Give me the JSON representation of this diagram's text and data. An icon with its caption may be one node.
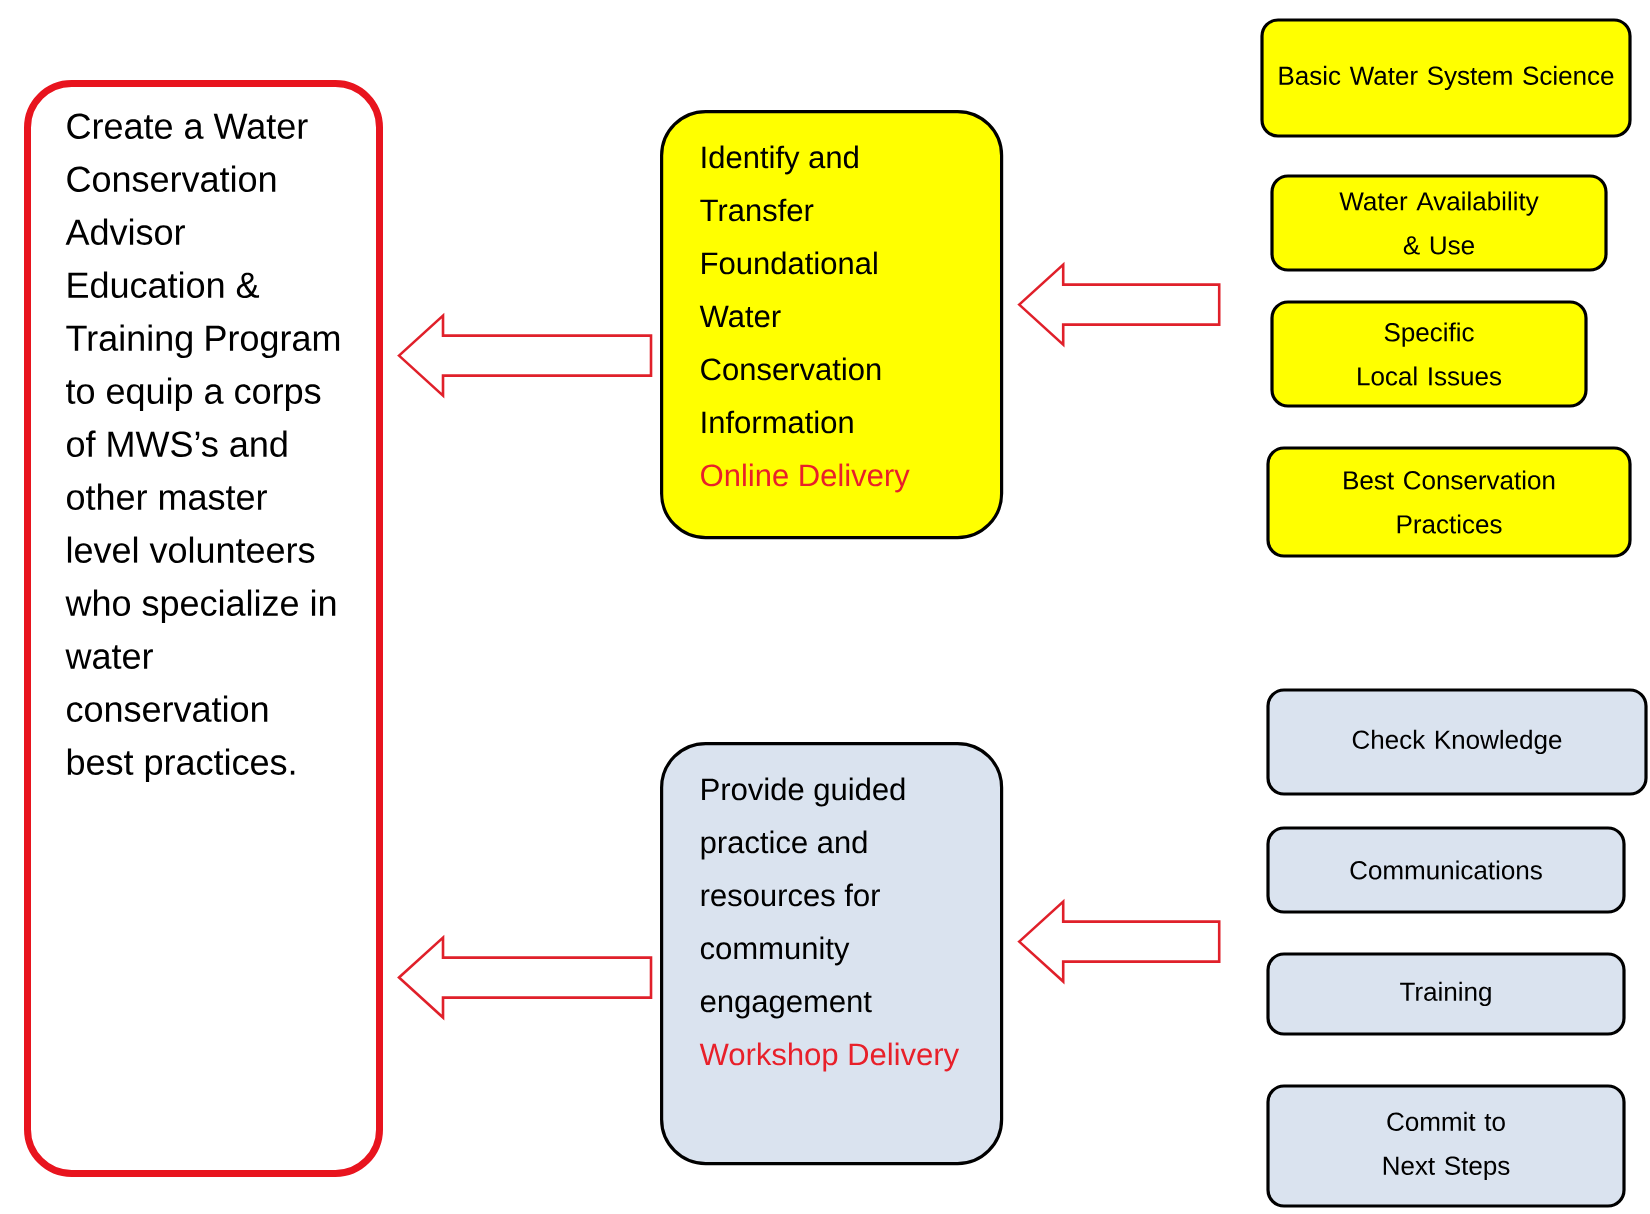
{
  "diagram": {
    "nodes": [
      {
        "text": [
          "Create a Water Conservation Advisor Education & Training Program to equip a corps of MWS’s and other master level volunteers who specialize in water conservation best practices."
        ]
      },
      {
        "text": [
          "Identify and Transfer Foundational Water Conservation Information",
          "Online Delivery"
        ]
      },
      {
        "text": [
          "Basic Water System Science"
        ]
      },
      {
        "text": [
          "Water Availability & Use"
        ]
      },
      {
        "text": [
          "Specific Local Issues"
        ]
      },
      {
        "text": [
          "Best Conservation Practices"
        ]
      },
      {
        "text": [
          "Provide guided practice and resources for community engagement",
          "Workshop Delivery"
        ]
      },
      {
        "text": [
          "Check Knowledge"
        ]
      },
      {
        "text": [
          "Communications"
        ]
      },
      {
        "text": [
          "Training"
        ]
      },
      {
        "text": [
          "Commit to Next Steps"
        ]
      }
    ],
    "edges": [
      {
        "from": 1,
        "to": 0,
        "arrow": "to",
        "color": "#e0202a"
      },
      {
        "from": null,
        "to": 1,
        "arrow": "to",
        "color": "#e0202a"
      },
      {
        "from": 6,
        "to": 0,
        "arrow": "to",
        "color": "#e0202a"
      },
      {
        "from": null,
        "to": 6,
        "arrow": "to",
        "color": "#e0202a"
      }
    ]
  }
}
